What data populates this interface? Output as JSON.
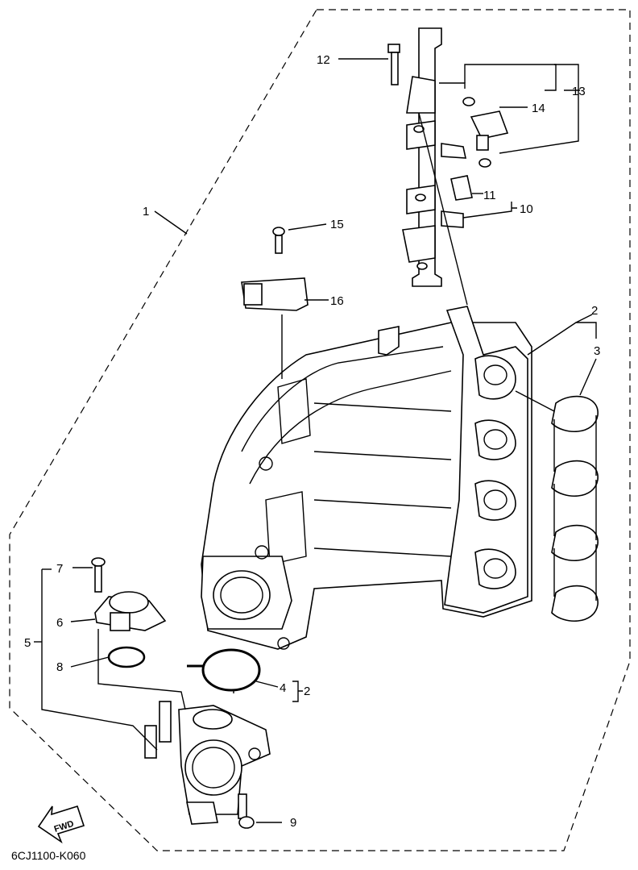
{
  "diagram_code": "6CJ1100-K060",
  "fwd_label": "FWD",
  "callouts": [
    {
      "id": "1",
      "text": "1"
    },
    {
      "id": "2",
      "text": "2"
    },
    {
      "id": "3",
      "text": "3"
    },
    {
      "id": "4",
      "text": "4"
    },
    {
      "id": "4_group",
      "text": "2"
    },
    {
      "id": "5",
      "text": "5"
    },
    {
      "id": "6",
      "text": "6"
    },
    {
      "id": "7",
      "text": "7"
    },
    {
      "id": "8",
      "text": "8"
    },
    {
      "id": "9",
      "text": "9"
    },
    {
      "id": "10",
      "text": "10"
    },
    {
      "id": "11",
      "text": "11"
    },
    {
      "id": "12",
      "text": "12"
    },
    {
      "id": "13",
      "text": "13"
    },
    {
      "id": "14",
      "text": "14"
    },
    {
      "id": "15",
      "text": "15"
    },
    {
      "id": "16",
      "text": "16"
    }
  ]
}
